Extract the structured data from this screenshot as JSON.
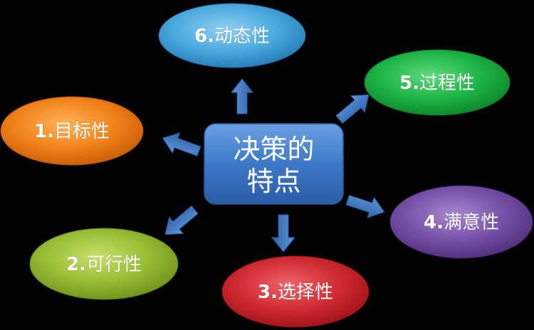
{
  "center": {
    "line1": "决策的",
    "line2": "特点",
    "color": "#3d78c8"
  },
  "nodes": [
    {
      "id": "goal",
      "number": "1.",
      "text": "目标性",
      "color": "#e8720f"
    },
    {
      "id": "feasibility",
      "number": "2.",
      "text": "可行性",
      "color": "#8ab32c"
    },
    {
      "id": "selection",
      "number": "3.",
      "text": "选择性",
      "color": "#c8232b"
    },
    {
      "id": "satisfaction",
      "number": "4.",
      "text": "满意性",
      "color": "#6a3d96"
    },
    {
      "id": "process",
      "number": "5.",
      "text": "过程性",
      "color": "#17a83e"
    },
    {
      "id": "dynamic",
      "number": "6.",
      "text": "动态性",
      "color": "#3a9dd6"
    }
  ],
  "arrow_color": "#3a6fb8"
}
